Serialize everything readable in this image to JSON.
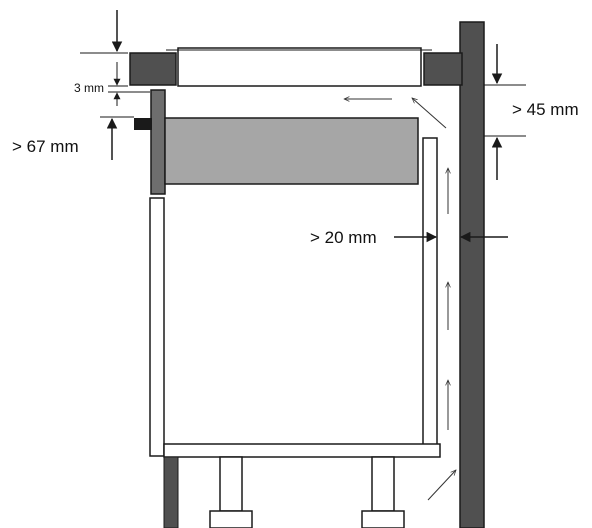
{
  "labels": {
    "gap_top": "3 mm",
    "clearance_top": "> 67 mm",
    "clearance_right": "> 45 mm",
    "gap_rear": "> 20 mm"
  },
  "colors": {
    "panel_dark": "#505050",
    "panel_mid": "#6e6e6e",
    "appliance_fill": "#a6a6a6",
    "stroke": "#1a1a1a",
    "background": "#ffffff"
  }
}
